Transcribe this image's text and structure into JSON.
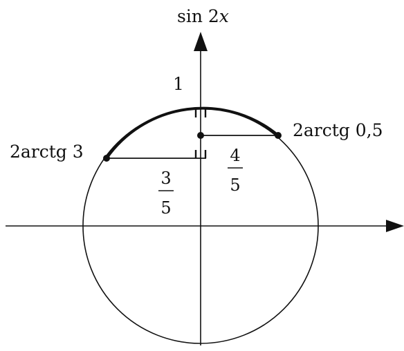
{
  "axis": {
    "vertical_label_prefix": "sin 2",
    "vertical_label_var": "x"
  },
  "labels": {
    "radius": "1",
    "left_point": "2arctg 3",
    "right_point": "2arctg 0,5"
  },
  "fractions": {
    "three_fifths": {
      "numerator": "3",
      "denominator": "5"
    },
    "four_fifths": {
      "numerator": "4",
      "denominator": "5"
    }
  },
  "colors": {
    "ink": "#111111",
    "background": "#ffffff"
  }
}
